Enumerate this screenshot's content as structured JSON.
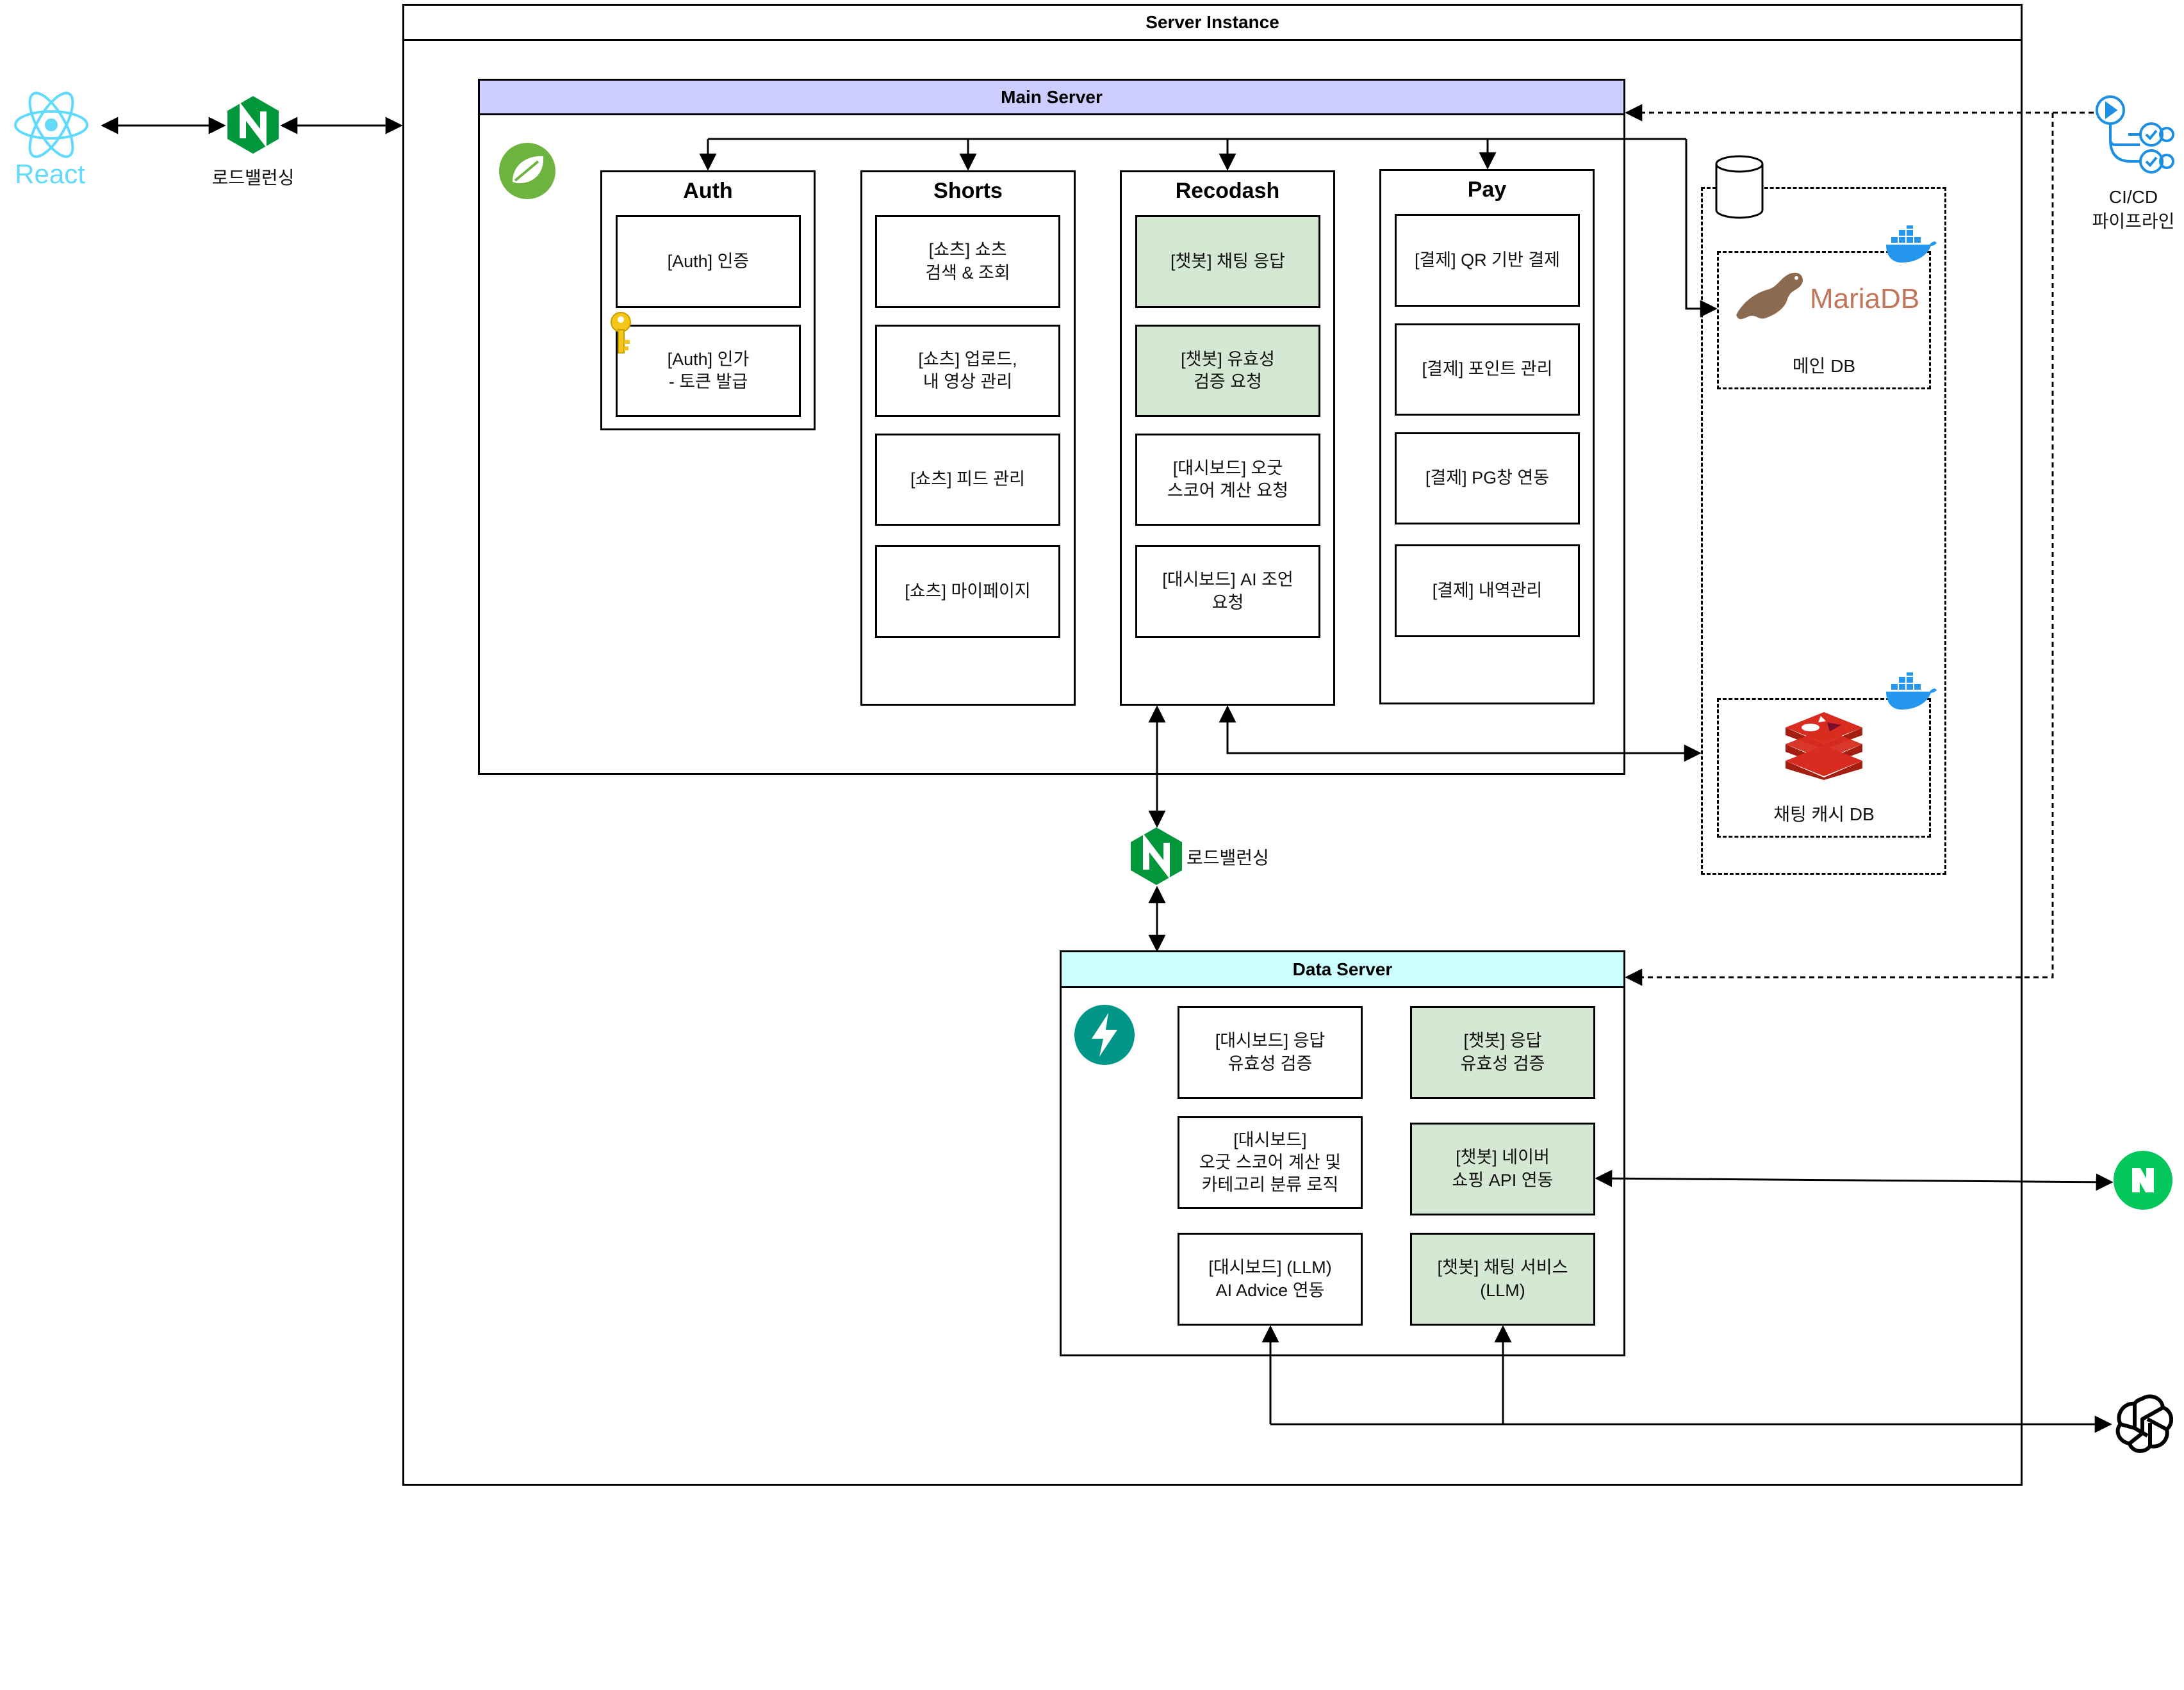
{
  "colors": {
    "main_server_header": "#ccccff",
    "data_server_header": "#ccffff",
    "green_box": "#d5e8d4",
    "nginx": "#009639",
    "react": "#61dafb",
    "spring": "#6db33f",
    "fastapi": "#009688",
    "redis": "#d82c20",
    "docker": "#2496ed",
    "naver": "#03c75a"
  },
  "server_instance": {
    "title": "Server Instance"
  },
  "client": {
    "react_label": "React",
    "lb_label": "로드밸런싱"
  },
  "main_server": {
    "title": "Main Server",
    "icon": "spring-icon",
    "columns": [
      {
        "title": "Auth",
        "items": [
          {
            "text": "[Auth] 인증",
            "highlight": false
          },
          {
            "text": "[Auth] 인가\n- 토큰 발급",
            "highlight": false
          }
        ]
      },
      {
        "title": "Shorts",
        "items": [
          {
            "text": "[쇼츠] 쇼츠\n검색 & 조회",
            "highlight": false
          },
          {
            "text": "[쇼츠] 업로드,\n내 영상 관리",
            "highlight": false
          },
          {
            "text": "[쇼츠] 피드 관리",
            "highlight": false
          },
          {
            "text": "[쇼츠] 마이페이지",
            "highlight": false
          }
        ]
      },
      {
        "title": "Recodash",
        "items": [
          {
            "text": "[챗봇] 채팅 응답",
            "highlight": true
          },
          {
            "text": "[챗봇] 유효성\n검증 요청",
            "highlight": true
          },
          {
            "text": "[대시보드] 오굿\n스코어 계산 요청",
            "highlight": false
          },
          {
            "text": "[대시보드] AI 조언\n요청",
            "highlight": false
          }
        ]
      },
      {
        "title": "Pay",
        "items": [
          {
            "text": "[결제] QR 기반 결제",
            "highlight": false
          },
          {
            "text": "[결제] 포인트 관리",
            "highlight": false
          },
          {
            "text": "[결제] PG창 연동",
            "highlight": false
          },
          {
            "text": "[결제] 내역관리",
            "highlight": false
          }
        ]
      }
    ]
  },
  "databases": {
    "maria_logo_text": "MariaDB",
    "main_db_label": "메인 DB",
    "cache_db_label": "채팅 캐시 DB"
  },
  "cicd": {
    "label": "CI/CD\n파이프라인"
  },
  "middle_lb": {
    "label": "로드밸런싱"
  },
  "data_server": {
    "title": "Data Server",
    "icon": "fastapi-icon",
    "left_items": [
      {
        "text": "[대시보드] 응답\n유효성 검증",
        "highlight": false
      },
      {
        "text": "[대시보드]\n오굿 스코어 계산 및\n카테고리 분류 로직",
        "highlight": false
      },
      {
        "text": "[대시보드] (LLM)\nAI Advice 연동",
        "highlight": false
      }
    ],
    "right_items": [
      {
        "text": "[챗봇] 응답\n유효성 검증",
        "highlight": true
      },
      {
        "text": "[챗봇] 네이버\n쇼핑 API 연동",
        "highlight": true
      },
      {
        "text": "[챗봇] 채팅 서비스\n(LLM)",
        "highlight": true
      }
    ]
  }
}
